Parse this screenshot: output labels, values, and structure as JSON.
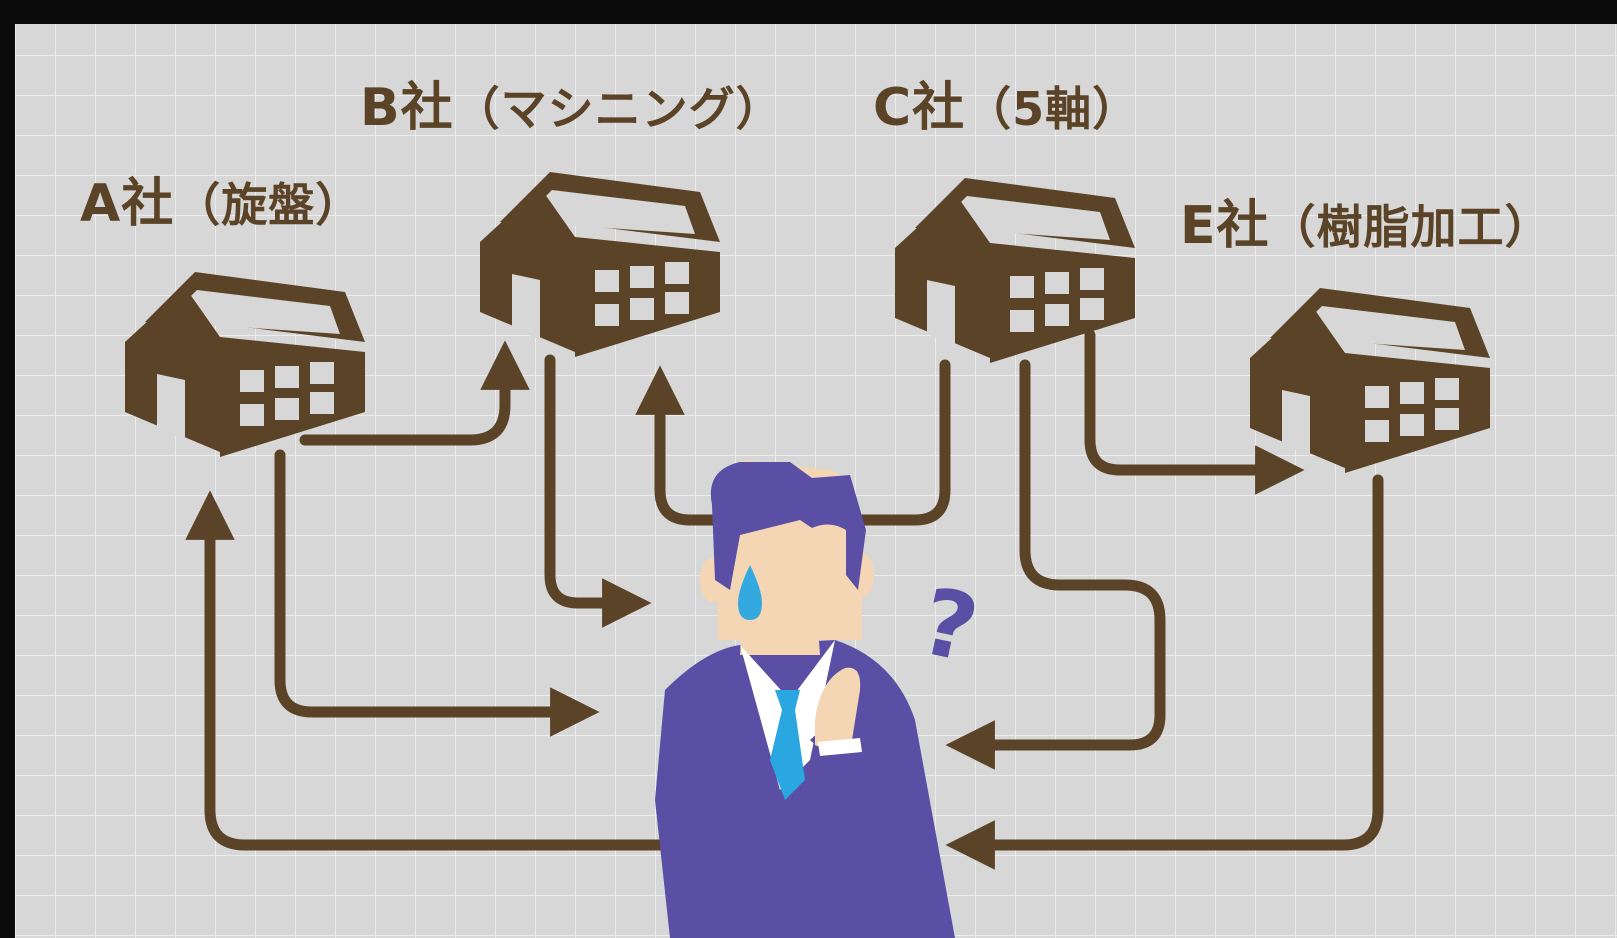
{
  "companies": [
    {
      "id": "a",
      "name": "A社",
      "specialty": "（旋盤）"
    },
    {
      "id": "b",
      "name": "B社",
      "specialty": "（マシニング）"
    },
    {
      "id": "c",
      "name": "C社",
      "specialty": "（5軸）"
    },
    {
      "id": "e",
      "name": "E社",
      "specialty": "（樹脂加工）"
    }
  ],
  "colors": {
    "frame": "#0b0b0b",
    "background": "#d7d7d7",
    "grid": "#ececec",
    "brown": "#5a4326",
    "suit": "#5a4fa4",
    "skin": "#f5d6b4",
    "tie": "#2aa7e0",
    "sweat": "#33a9e0",
    "question_mark": "#5a4fa4"
  },
  "icons": [
    "factory-building-icon",
    "confused-businessman-figure",
    "question-mark-icon",
    "sweat-drop-icon"
  ]
}
